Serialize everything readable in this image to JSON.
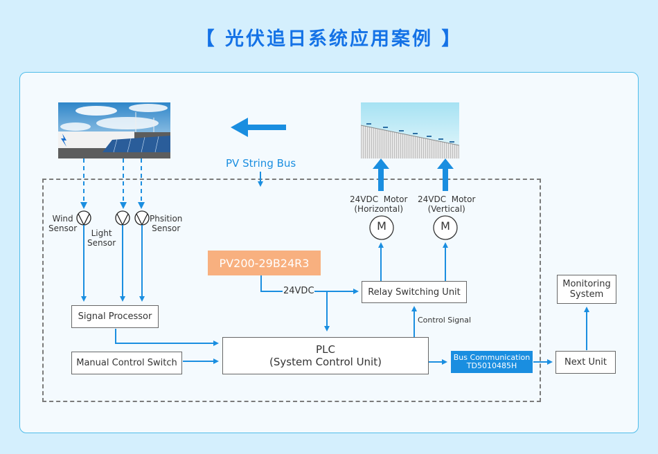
{
  "title": "【 光伏追日系统应用案例 】",
  "colors": {
    "accent": "#1472e6",
    "line": "#1a8ee0",
    "power_box": "#f8b07f",
    "bus_box": "#1a8ee0",
    "background": "#d4effd"
  },
  "images": {
    "left_photo": "solar-battery-storage-with-wind-turbines",
    "right_photo": "roof-mounted-solar-trackers"
  },
  "labels": {
    "pv_string_bus": "PV  String Bus",
    "wind_sensor": "Wind\nSensor",
    "light_sensor": "Light\nSensor",
    "position_sensor": "Phsition\nSensor",
    "motor_horizontal": "24VDC  Motor\n(Horizontal)",
    "motor_vertical": "24VDC  Motor\n(Vertical)",
    "motor_symbol": "M",
    "voltage": "24VDC",
    "control_signal": "Control  Signal"
  },
  "boxes": {
    "power_supply": "PV200-29B24R3",
    "relay": "Relay Switching Unit",
    "signal_processor": "Signal Processor",
    "manual_switch": "Manual   Control Switch",
    "plc_line1": "PLC",
    "plc_line2": "(System  Control  Unit)",
    "bus_line1": "Bus Communication",
    "bus_line2": "TD5010485H",
    "next_unit": "Next  Unit",
    "monitoring": "Monitoring\nSystem"
  }
}
